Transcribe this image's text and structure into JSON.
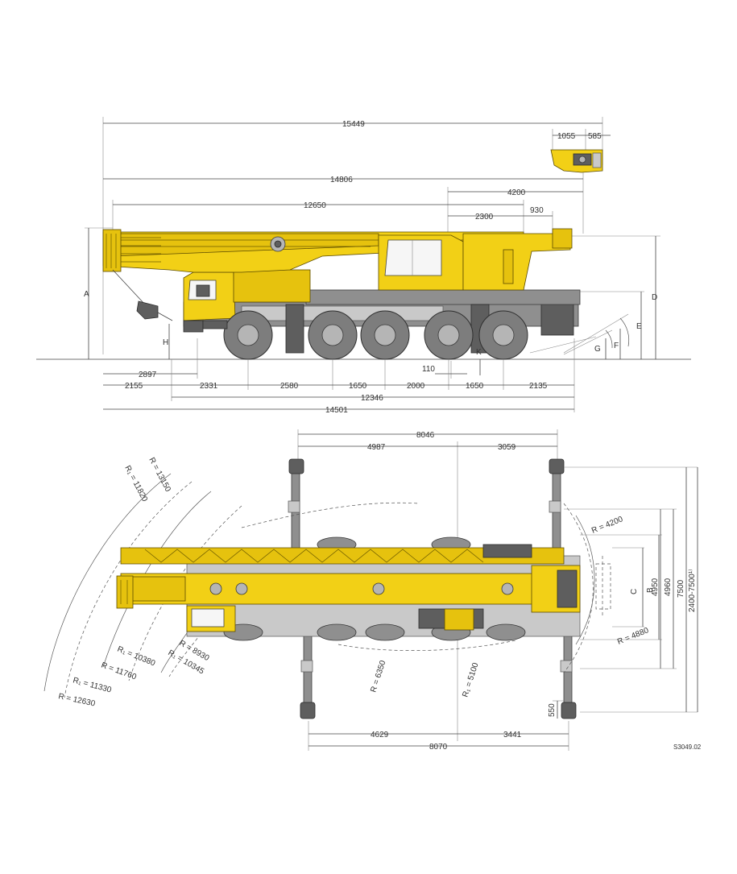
{
  "side_view": {
    "dims": {
      "total_length": "15449",
      "hook_block_a": "1055",
      "hook_block_b": "585",
      "boom_length": "14806",
      "boom_base": "12650",
      "counterweight_radius": "4200",
      "cab_offset": "2300",
      "rear_offset": "930",
      "front_overhang": "2897",
      "h_label": "H",
      "k_label": "K",
      "k_value": "110",
      "a_label": "A",
      "d_label": "D",
      "e_label": "E",
      "f_label": "F",
      "g_label": "G",
      "seg_2155": "2155",
      "seg_2331": "2331",
      "seg_2580": "2580",
      "seg_1650a": "1650",
      "seg_2000": "2000",
      "seg_1650b": "1650",
      "seg_2135": "2135",
      "wheelbase": "12346",
      "overall_length": "14501"
    }
  },
  "top_view": {
    "dims": {
      "outrigger_span_top": "8046",
      "top_left": "4987",
      "top_right": "3059",
      "outrigger_span_bottom": "8070",
      "bottom_left": "4629",
      "bottom_right": "3441",
      "radius_4200": "R = 4200",
      "radius_4880": "R = 4880",
      "radius_6350": "R = 6350",
      "radius_5100": "R₁ = 5100",
      "radius_13150": "R = 13150",
      "radius_11820": "R₁ = 11820",
      "radius_8930": "R = 8930",
      "radius_10345": "R₁ = 10345",
      "radius_10380": "R₁ = 10380",
      "radius_11760": "R = 11760",
      "radius_11330": "R₁ = 11330",
      "radius_12630": "R = 12630",
      "c_label": "C",
      "b_label": "B",
      "width_4950": "4950",
      "width_4960": "4960",
      "width_7500": "7500",
      "width_range": "2400-7500¹⁾",
      "pad_550": "550"
    }
  },
  "drawing_number": "S3049.02",
  "colors": {
    "crane_yellow": "#f2d016",
    "chassis_grey": "#8f8f8f",
    "tire_grey": "#7d7d7d",
    "line": "#444444"
  }
}
